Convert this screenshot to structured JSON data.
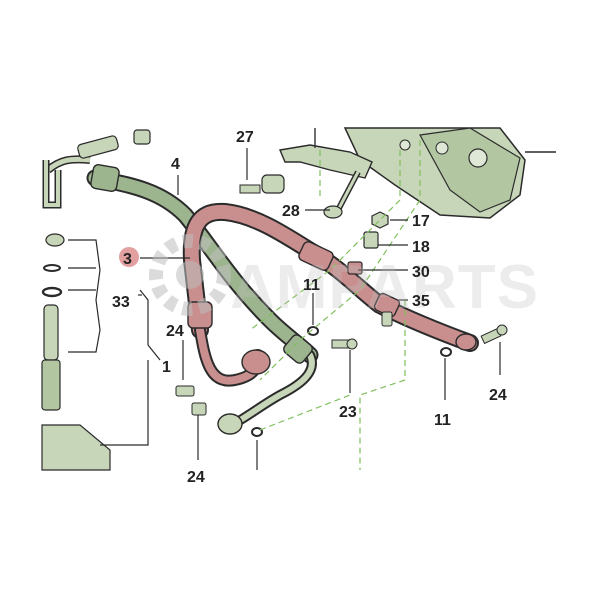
{
  "colors": {
    "pipe_green": "#9db58e",
    "pipe_green_dark": "#4f6a45",
    "pipe_red": "#c98e8e",
    "pipe_red_dark": "#7a3a3a",
    "part_green": "#c7d6b8",
    "outline": "#2b2b2b",
    "dashed_guide": "#7fbf5c",
    "watermark": "#bfbfbf",
    "highlight_dot": "#d98080"
  },
  "watermark": {
    "text": "AMPARTS",
    "icon": "gear-icon"
  },
  "callouts": {
    "c27": "27",
    "c4": "4",
    "c3": "3",
    "c28": "28",
    "c17": "17",
    "c18": "18",
    "c30": "30",
    "c11a": "11",
    "c35": "35",
    "c33": "33",
    "c24a": "24",
    "c1": "1",
    "c24b": "24",
    "c23": "23",
    "c11b": "11",
    "c24c": "24"
  }
}
